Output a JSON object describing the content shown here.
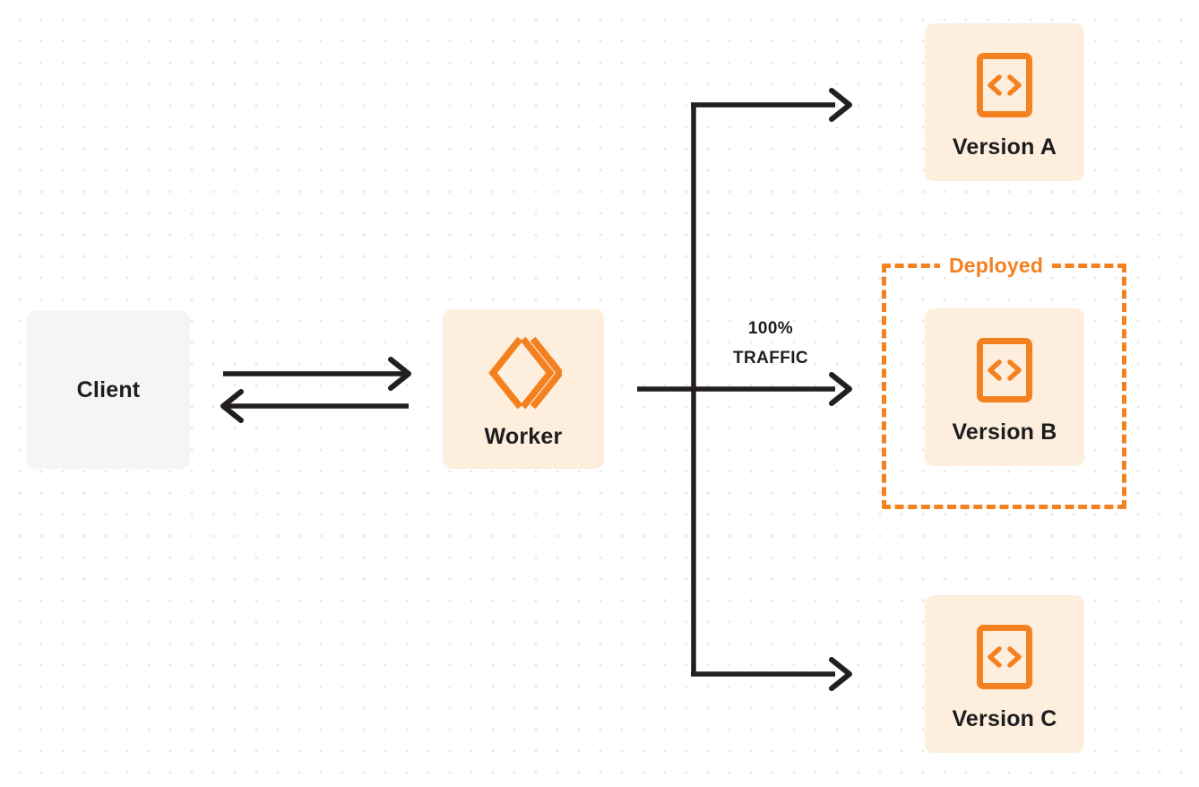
{
  "diagram": {
    "title": "Worker version traffic routing",
    "colors": {
      "orange": "#f48120",
      "card_bg": "#fdeedd",
      "client_bg": "#f4f5f7",
      "stroke": "#231f20",
      "dot_grid": "#e9e9ea"
    },
    "client": {
      "label": "Client",
      "icon": "none"
    },
    "worker": {
      "label": "Worker",
      "icon": "cloudflare-workers-logo"
    },
    "traffic": {
      "percent": "100%",
      "caption": "TRAFFIC"
    },
    "deployed_group": {
      "label": "Deployed",
      "contains": "Version B"
    },
    "versions": [
      {
        "label": "Version A",
        "icon": "code-file-icon",
        "deployed": false
      },
      {
        "label": "Version B",
        "icon": "code-file-icon",
        "deployed": true
      },
      {
        "label": "Version C",
        "icon": "code-file-icon",
        "deployed": false
      }
    ],
    "edges": [
      {
        "from": "Client",
        "to": "Worker",
        "direction": "right"
      },
      {
        "from": "Worker",
        "to": "Client",
        "direction": "left"
      },
      {
        "from": "Worker",
        "to": "Version A",
        "direction": "right"
      },
      {
        "from": "Worker",
        "to": "Version B",
        "direction": "right"
      },
      {
        "from": "Worker",
        "to": "Version C",
        "direction": "right"
      }
    ]
  }
}
